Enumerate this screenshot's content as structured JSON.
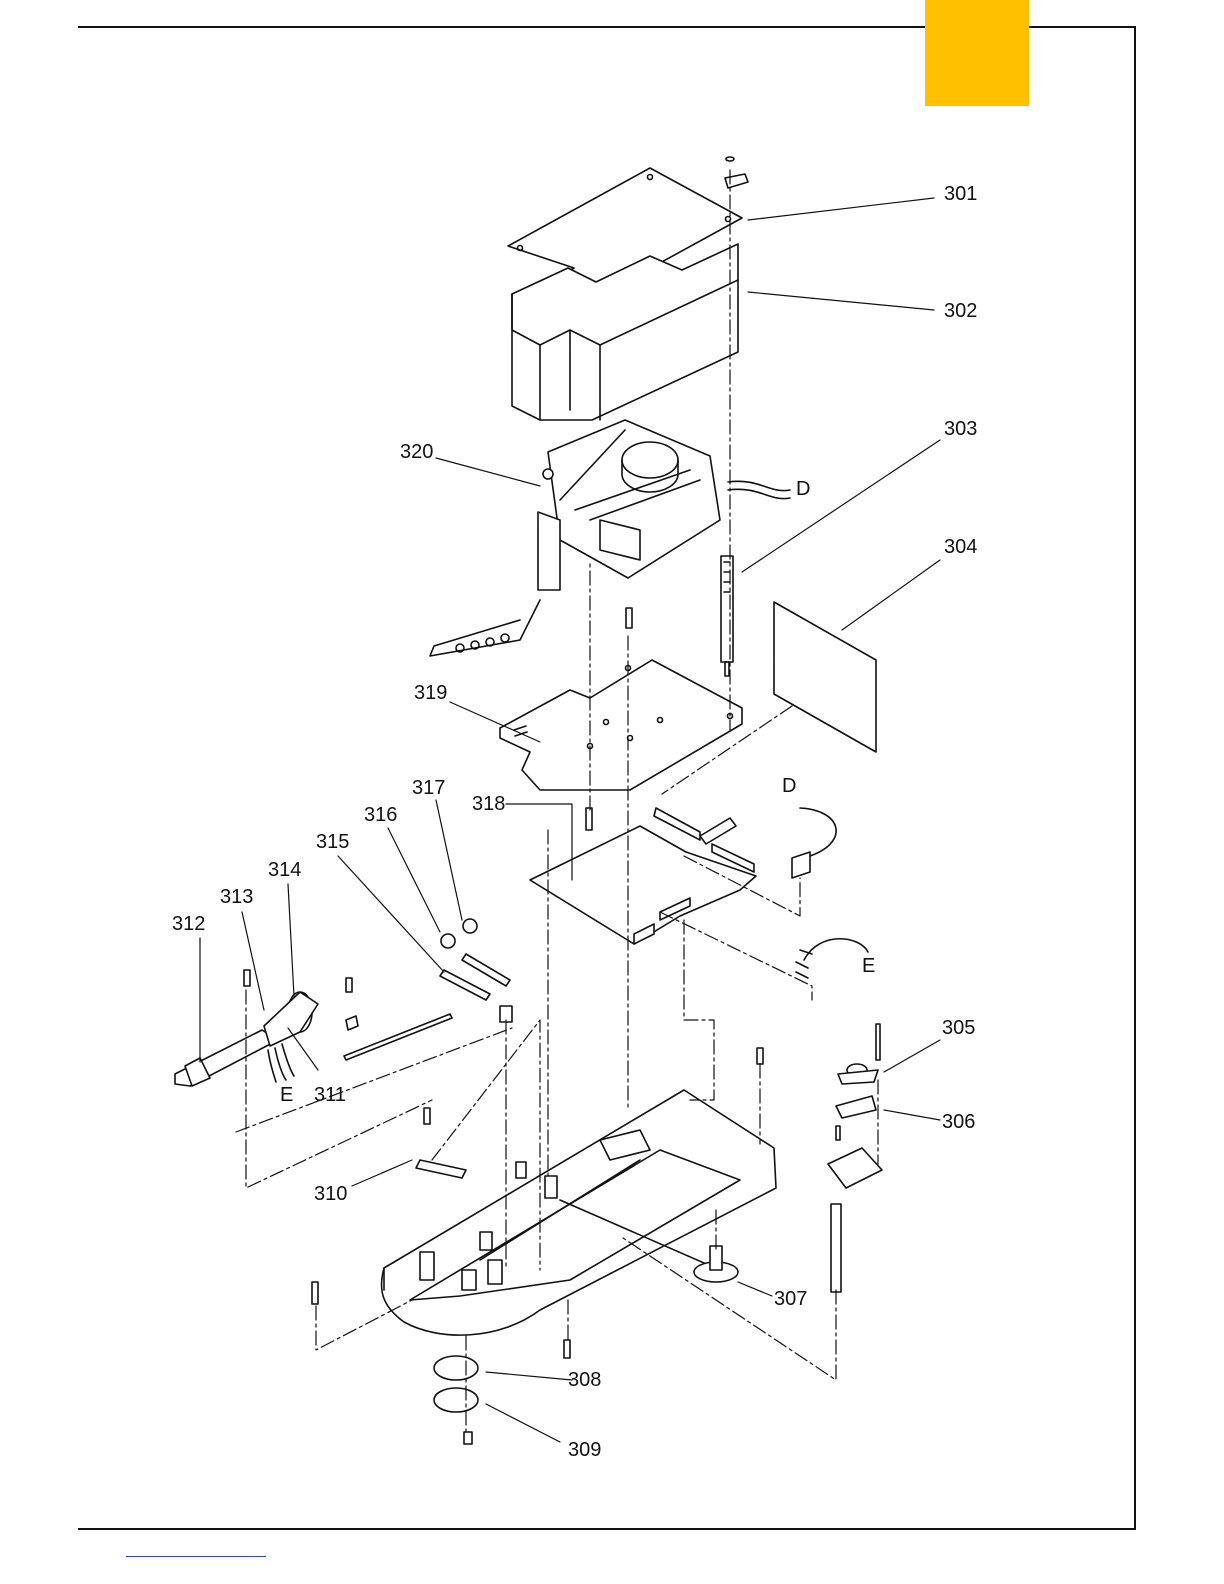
{
  "colors": {
    "tab": "#FFC000",
    "line": "#111111",
    "link": "#3848c0"
  },
  "callouts": [
    {
      "id": "301",
      "text": "301"
    },
    {
      "id": "302",
      "text": "302"
    },
    {
      "id": "303",
      "text": "303"
    },
    {
      "id": "304",
      "text": "304"
    },
    {
      "id": "305",
      "text": "305"
    },
    {
      "id": "306",
      "text": "306"
    },
    {
      "id": "307",
      "text": "307"
    },
    {
      "id": "308",
      "text": "308"
    },
    {
      "id": "309",
      "text": "309"
    },
    {
      "id": "310",
      "text": "310"
    },
    {
      "id": "311",
      "text": "311"
    },
    {
      "id": "312",
      "text": "312"
    },
    {
      "id": "313",
      "text": "313"
    },
    {
      "id": "314",
      "text": "314"
    },
    {
      "id": "315",
      "text": "315"
    },
    {
      "id": "316",
      "text": "316"
    },
    {
      "id": "317",
      "text": "317"
    },
    {
      "id": "318",
      "text": "318"
    },
    {
      "id": "319",
      "text": "319"
    },
    {
      "id": "320",
      "text": "320"
    }
  ],
  "connectors": {
    "d_top": "D",
    "d_lower": "D",
    "e_right": "E",
    "e_left": "E"
  }
}
